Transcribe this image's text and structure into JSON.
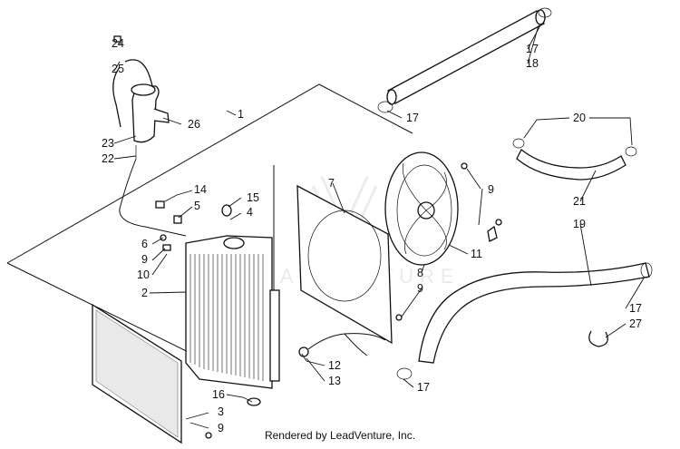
{
  "diagram": {
    "credit": "Rendered by LeadVenture, Inc.",
    "watermark": "LEADVENTURE",
    "callouts": {
      "n1": "1",
      "n2": "2",
      "n3": "3",
      "n4": "4",
      "n5": "5",
      "n6": "6",
      "n7": "7",
      "n8": "8",
      "n9a": "9",
      "n9b": "9",
      "n9c": "9",
      "n9d": "9",
      "n10": "10",
      "n11": "11",
      "n12": "12",
      "n13": "13",
      "n14": "14",
      "n15": "15",
      "n16": "16",
      "n17a": "17",
      "n17b": "17",
      "n17c": "17",
      "n17d": "17",
      "n18": "18",
      "n19": "19",
      "n20": "20",
      "n21": "21",
      "n22": "22",
      "n23": "23",
      "n24": "24",
      "n25": "25",
      "n26": "26",
      "n27": "27"
    }
  }
}
